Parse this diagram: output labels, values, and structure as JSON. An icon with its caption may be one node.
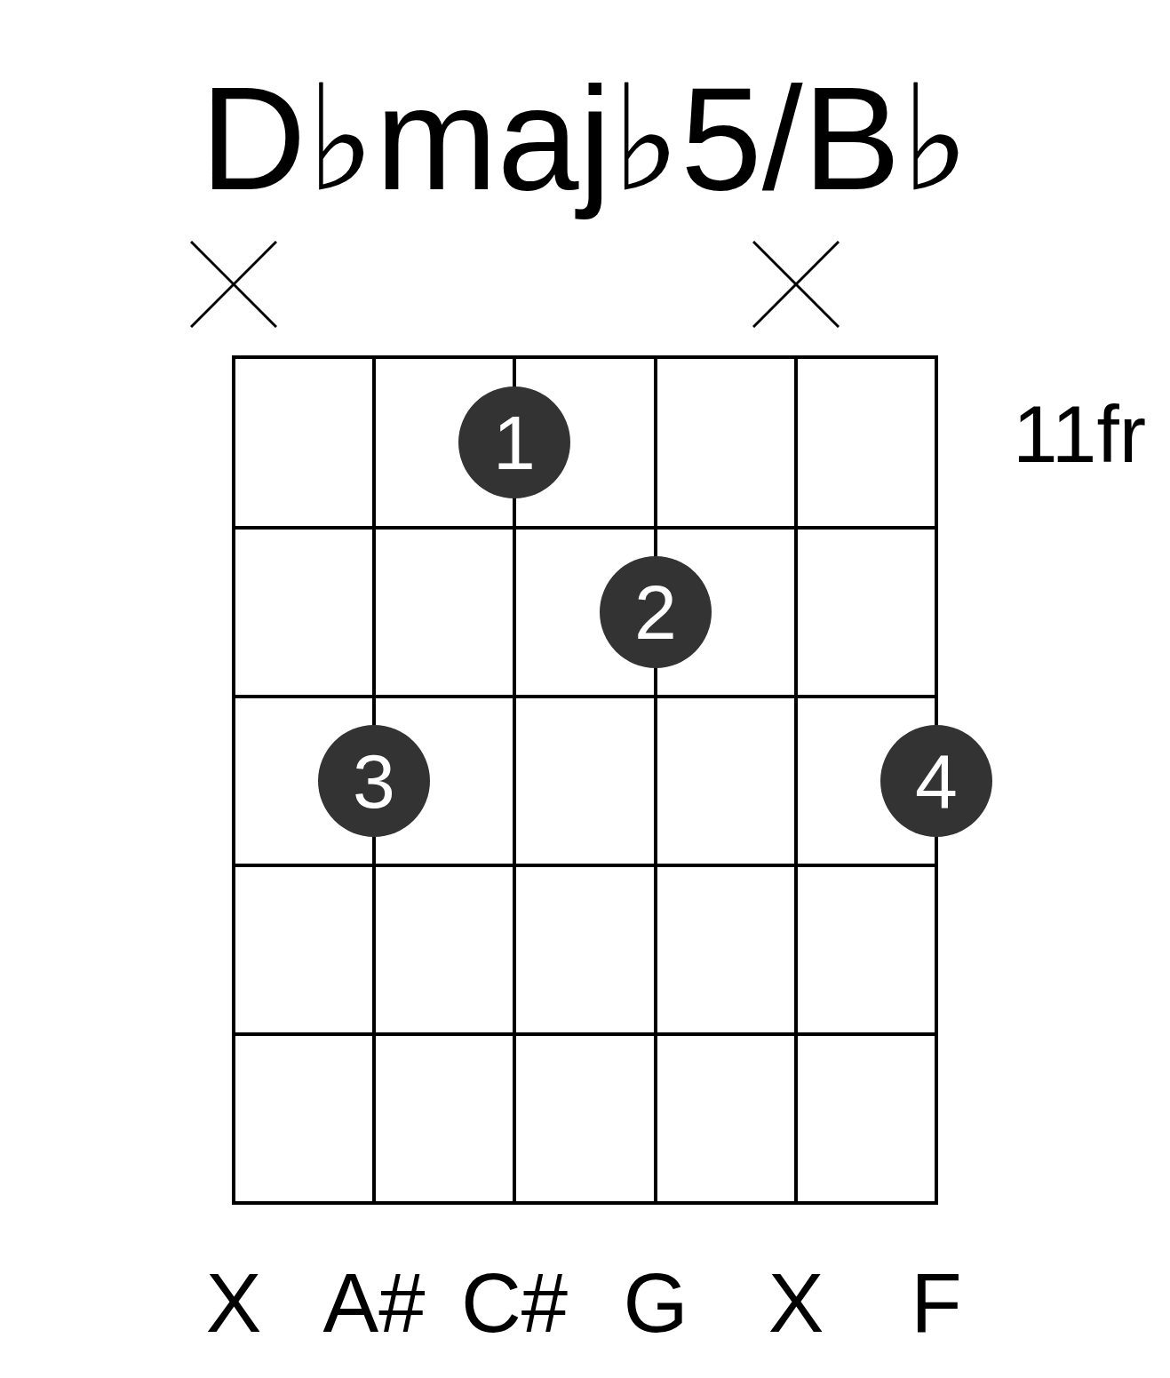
{
  "diagram": {
    "title": "D♭maj♭5/B♭",
    "nodes": [
      {
        "text": [
          "1"
        ]
      },
      {
        "text": [
          "2"
        ]
      },
      {
        "text": [
          "3"
        ]
      },
      {
        "text": [
          "4"
        ]
      }
    ],
    "labels": [
      "11fr",
      "X",
      "A#",
      "C#",
      "G",
      "X",
      "F"
    ]
  }
}
